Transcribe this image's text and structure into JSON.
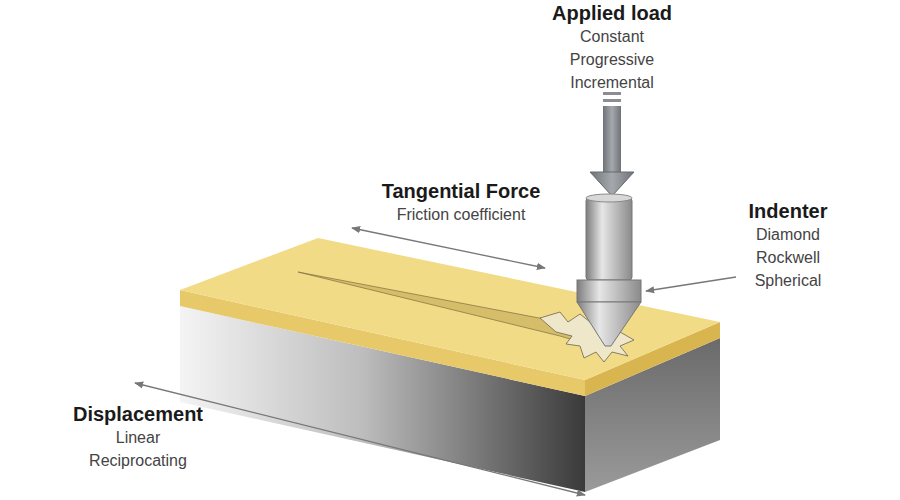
{
  "diagram": {
    "labels": [
      "Applied load",
      "Constant",
      "Progressive",
      "Incremental",
      "Tangential Force",
      "Friction coefficient",
      "Indenter",
      "Diamond",
      "Rockwell",
      "Spherical",
      "Displacement",
      "Linear",
      "Reciprocating"
    ]
  }
}
